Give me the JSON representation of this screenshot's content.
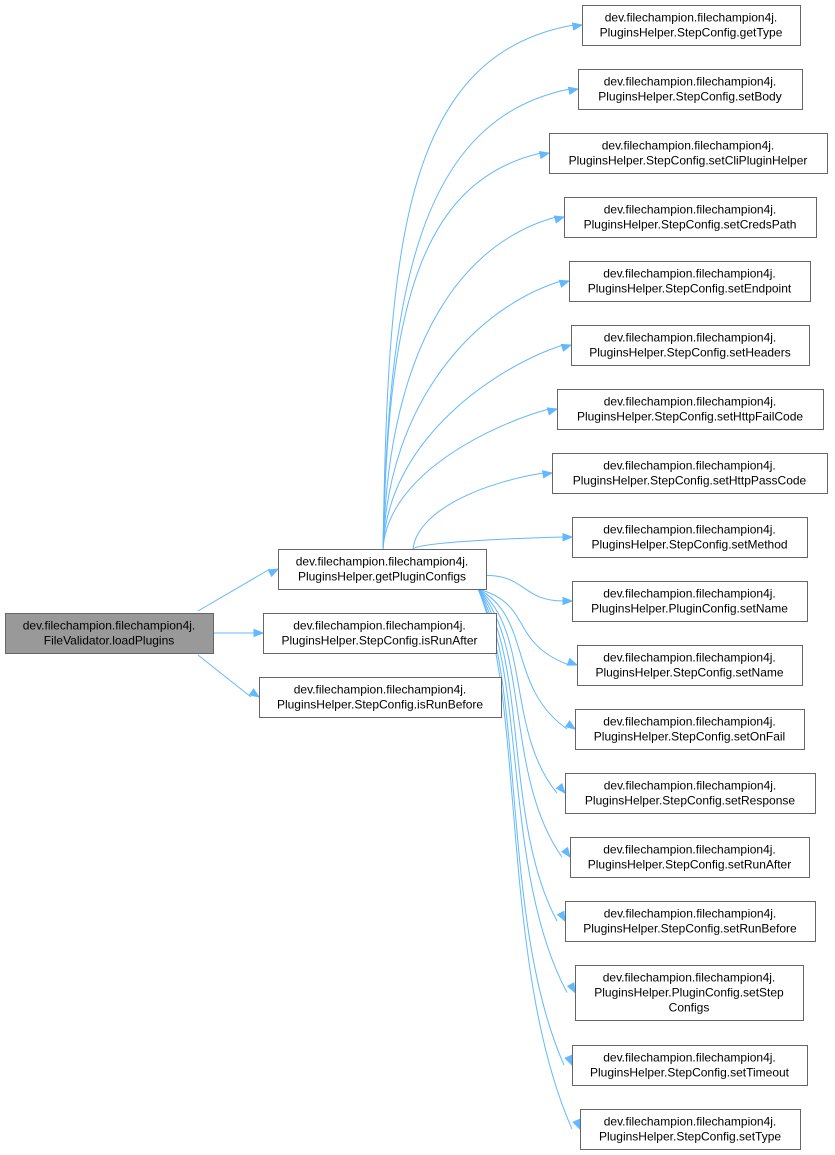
{
  "diagram": {
    "nodes": [
      {
        "id": "root",
        "lines": [
          "dev.filechampion.filechampion4j.",
          "FileValidator.loadPlugins"
        ],
        "highlighted": true
      },
      {
        "id": "get-plugin-configs",
        "lines": [
          "dev.filechampion.filechampion4j.",
          "PluginsHelper.getPluginConfigs"
        ]
      },
      {
        "id": "is-run-after",
        "lines": [
          "dev.filechampion.filechampion4j.",
          "PluginsHelper.StepConfig.isRunAfter"
        ]
      },
      {
        "id": "is-run-before",
        "lines": [
          "dev.filechampion.filechampion4j.",
          "PluginsHelper.StepConfig.isRunBefore"
        ]
      },
      {
        "id": "get-type",
        "lines": [
          "dev.filechampion.filechampion4j.",
          "PluginsHelper.StepConfig.getType"
        ]
      },
      {
        "id": "set-body",
        "lines": [
          "dev.filechampion.filechampion4j.",
          "PluginsHelper.StepConfig.setBody"
        ]
      },
      {
        "id": "set-cli-plugin-helper",
        "lines": [
          "dev.filechampion.filechampion4j.",
          "PluginsHelper.StepConfig.setCliPluginHelper"
        ]
      },
      {
        "id": "set-creds-path",
        "lines": [
          "dev.filechampion.filechampion4j.",
          "PluginsHelper.StepConfig.setCredsPath"
        ]
      },
      {
        "id": "set-endpoint",
        "lines": [
          "dev.filechampion.filechampion4j.",
          "PluginsHelper.StepConfig.setEndpoint"
        ]
      },
      {
        "id": "set-headers",
        "lines": [
          "dev.filechampion.filechampion4j.",
          "PluginsHelper.StepConfig.setHeaders"
        ]
      },
      {
        "id": "set-http-fail-code",
        "lines": [
          "dev.filechampion.filechampion4j.",
          "PluginsHelper.StepConfig.setHttpFailCode"
        ]
      },
      {
        "id": "set-http-pass-code",
        "lines": [
          "dev.filechampion.filechampion4j.",
          "PluginsHelper.StepConfig.setHttpPassCode"
        ]
      },
      {
        "id": "set-method",
        "lines": [
          "dev.filechampion.filechampion4j.",
          "PluginsHelper.StepConfig.setMethod"
        ]
      },
      {
        "id": "plugin-config-set-name",
        "lines": [
          "dev.filechampion.filechampion4j.",
          "PluginsHelper.PluginConfig.setName"
        ]
      },
      {
        "id": "step-config-set-name",
        "lines": [
          "dev.filechampion.filechampion4j.",
          "PluginsHelper.StepConfig.setName"
        ]
      },
      {
        "id": "set-on-fail",
        "lines": [
          "dev.filechampion.filechampion4j.",
          "PluginsHelper.StepConfig.setOnFail"
        ]
      },
      {
        "id": "set-response",
        "lines": [
          "dev.filechampion.filechampion4j.",
          "PluginsHelper.StepConfig.setResponse"
        ]
      },
      {
        "id": "set-run-after",
        "lines": [
          "dev.filechampion.filechampion4j.",
          "PluginsHelper.StepConfig.setRunAfter"
        ]
      },
      {
        "id": "set-run-before",
        "lines": [
          "dev.filechampion.filechampion4j.",
          "PluginsHelper.StepConfig.setRunBefore"
        ]
      },
      {
        "id": "set-step-configs",
        "lines": [
          "dev.filechampion.filechampion4j.",
          "PluginsHelper.PluginConfig.setStep",
          "Configs"
        ]
      },
      {
        "id": "set-timeout",
        "lines": [
          "dev.filechampion.filechampion4j.",
          "PluginsHelper.StepConfig.setTimeout"
        ]
      },
      {
        "id": "set-type",
        "lines": [
          "dev.filechampion.filechampion4j.",
          "PluginsHelper.StepConfig.setType"
        ]
      }
    ],
    "edges": [
      {
        "from": "root",
        "to": "get-plugin-configs"
      },
      {
        "from": "root",
        "to": "is-run-after"
      },
      {
        "from": "root",
        "to": "is-run-before"
      },
      {
        "from": "get-plugin-configs",
        "to": "get-type"
      },
      {
        "from": "get-plugin-configs",
        "to": "set-body"
      },
      {
        "from": "get-plugin-configs",
        "to": "set-cli-plugin-helper"
      },
      {
        "from": "get-plugin-configs",
        "to": "set-creds-path"
      },
      {
        "from": "get-plugin-configs",
        "to": "set-endpoint"
      },
      {
        "from": "get-plugin-configs",
        "to": "set-headers"
      },
      {
        "from": "get-plugin-configs",
        "to": "set-http-fail-code"
      },
      {
        "from": "get-plugin-configs",
        "to": "set-http-pass-code"
      },
      {
        "from": "get-plugin-configs",
        "to": "set-method"
      },
      {
        "from": "get-plugin-configs",
        "to": "plugin-config-set-name"
      },
      {
        "from": "get-plugin-configs",
        "to": "step-config-set-name"
      },
      {
        "from": "get-plugin-configs",
        "to": "set-on-fail"
      },
      {
        "from": "get-plugin-configs",
        "to": "set-response"
      },
      {
        "from": "get-plugin-configs",
        "to": "set-run-after"
      },
      {
        "from": "get-plugin-configs",
        "to": "set-run-before"
      },
      {
        "from": "get-plugin-configs",
        "to": "set-step-configs"
      },
      {
        "from": "get-plugin-configs",
        "to": "set-timeout"
      },
      {
        "from": "get-plugin-configs",
        "to": "set-type"
      }
    ],
    "colors": {
      "edge": "#63b8ff",
      "node_border": "#666666",
      "node_fill": "#ffffff",
      "highlight_fill": "#999999"
    }
  }
}
